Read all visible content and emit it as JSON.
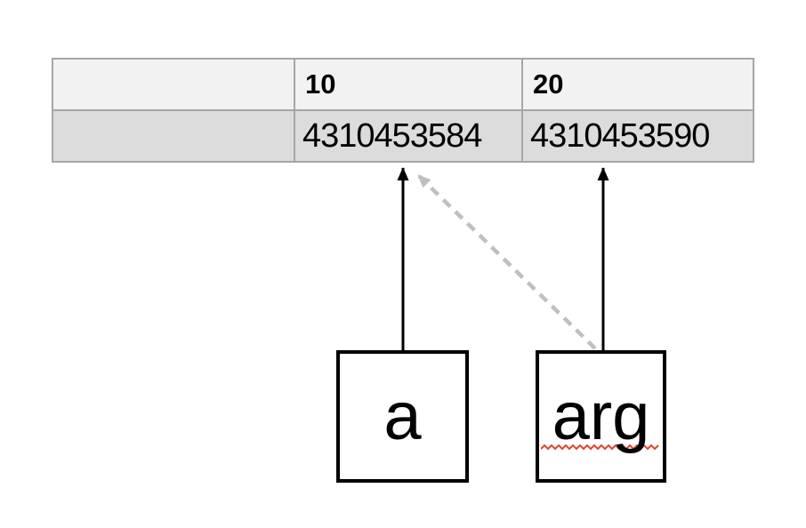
{
  "diagram": {
    "table": {
      "header_cells": [
        "",
        "10",
        "20"
      ],
      "address_cells": [
        "",
        "4310453584",
        "4310453590"
      ]
    },
    "variables": [
      {
        "label": "a"
      },
      {
        "label": "arg",
        "spellcheck_flagged": true
      }
    ],
    "colors": {
      "header_row_bg": "#f2f2f2",
      "address_row_bg": "#dcdcdc",
      "table_border": "#a6a6a6",
      "solid_arrow": "#000000",
      "dashed_arrow": "#bfbfbf",
      "spellcheck_squiggle": "#e0442f"
    }
  }
}
